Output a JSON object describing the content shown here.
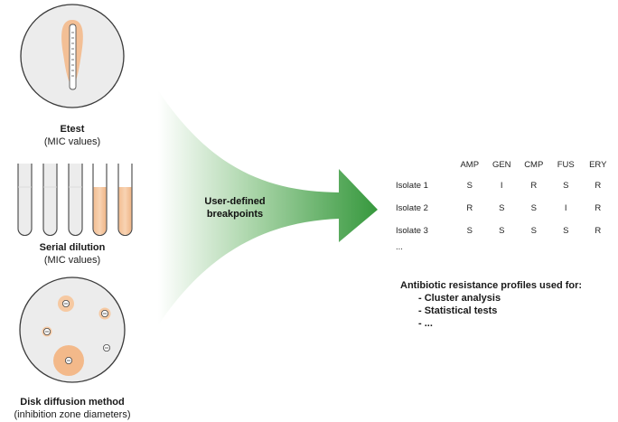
{
  "methods": {
    "etest": {
      "title": "Etest",
      "subtitle": "(MIC values)"
    },
    "serial_dilution": {
      "title": "Serial dilution",
      "subtitle": "(MIC values)"
    },
    "disk_diffusion": {
      "title": "Disk diffusion method",
      "subtitle": "(inhibition zone diameters)"
    }
  },
  "arrow_label_line1": "User-defined",
  "arrow_label_line2": "breakpoints",
  "table": {
    "columns": [
      "AMP",
      "GEN",
      "CMP",
      "FUS",
      "ERY"
    ],
    "rows": [
      {
        "label": "Isolate 1",
        "values": [
          "S",
          "I",
          "R",
          "S",
          "R"
        ]
      },
      {
        "label": "Isolate 2",
        "values": [
          "R",
          "S",
          "S",
          "I",
          "R"
        ]
      },
      {
        "label": "Isolate 3",
        "values": [
          "S",
          "S",
          "S",
          "S",
          "R"
        ]
      }
    ],
    "ellipsis": "..."
  },
  "profiles": {
    "heading": "Antibiotic resistance profiles used for:",
    "items": [
      "- Cluster analysis",
      "- Statistical tests",
      "- ..."
    ]
  },
  "colors": {
    "accent_orange": "#f5c49c",
    "arrow_green": "#3f9f45",
    "plate_gray": "#ececec"
  }
}
